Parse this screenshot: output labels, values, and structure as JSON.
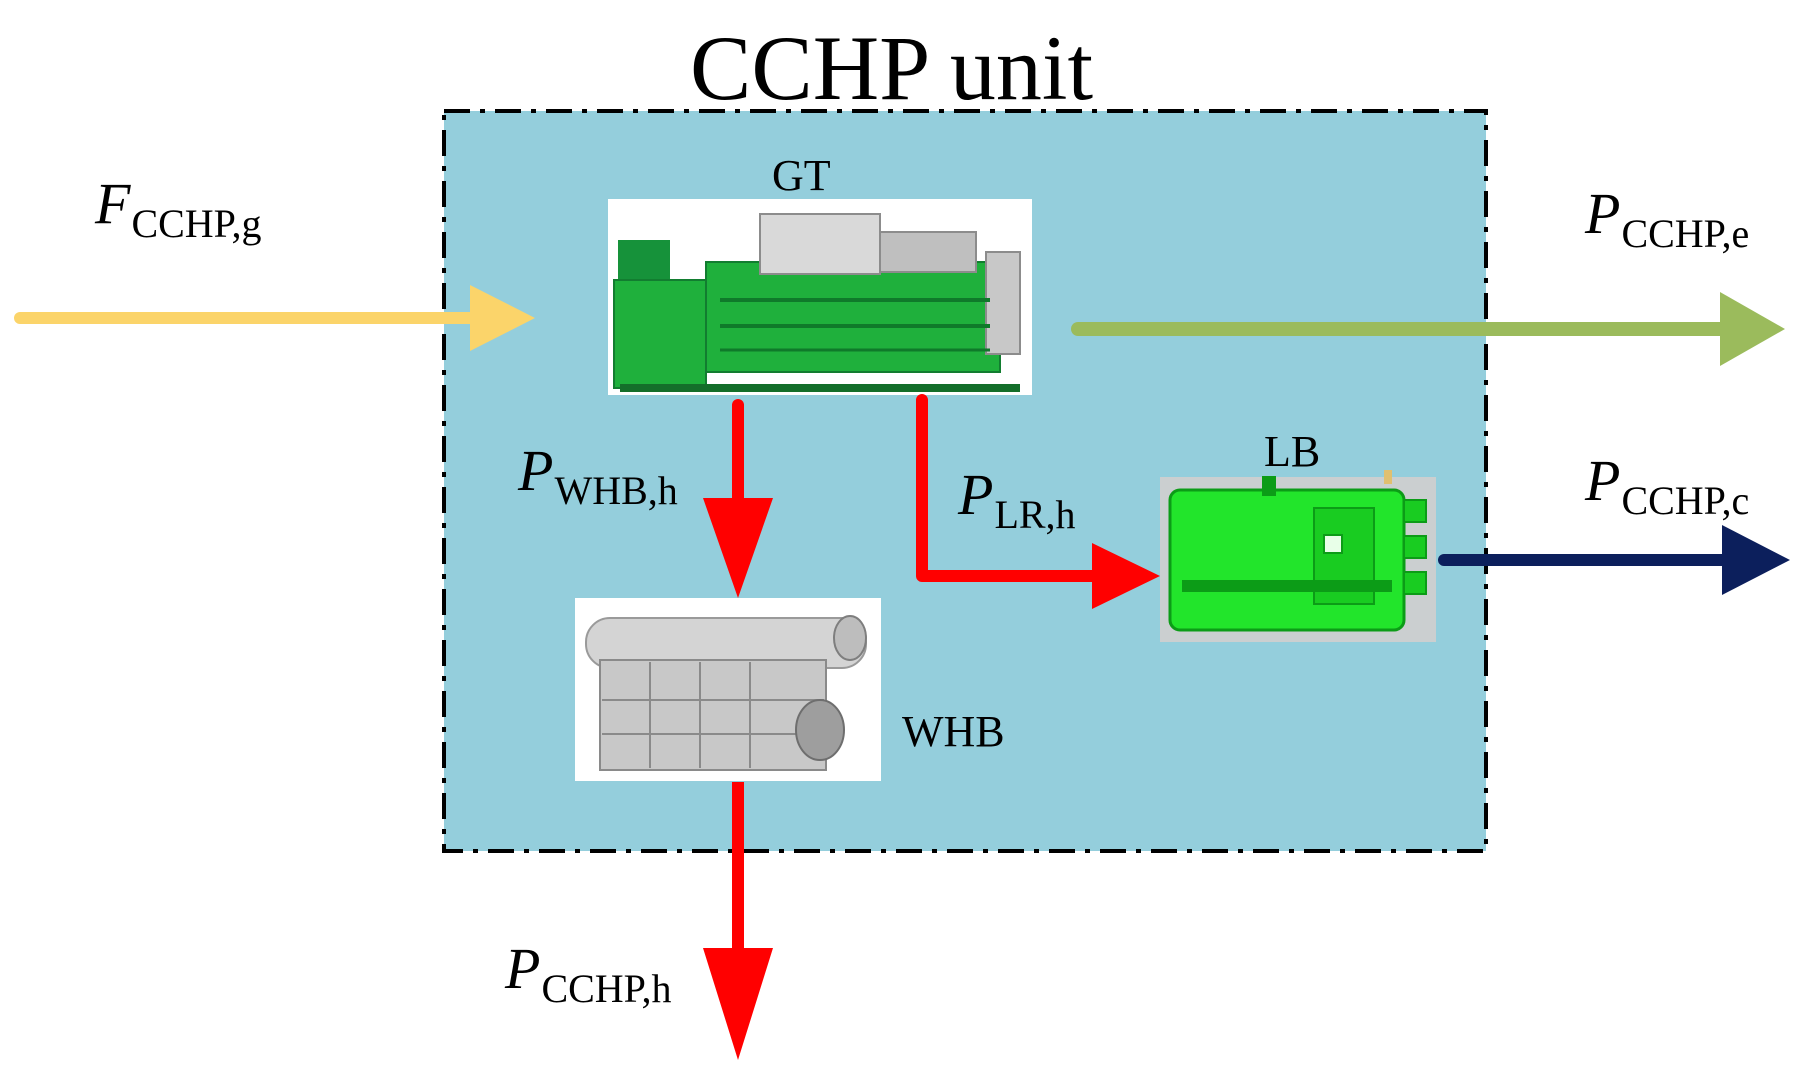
{
  "title": "CCHP unit",
  "components": {
    "gt": "GT",
    "lb": "LB",
    "whb": "WHB"
  },
  "flows": {
    "gas_in": {
      "main": "F",
      "sub": "CCHP,g"
    },
    "elec_out": {
      "main": "P",
      "sub": "CCHP,e"
    },
    "cool_out": {
      "main": "P",
      "sub": "CCHP,c"
    },
    "whb_heat": {
      "main": "P",
      "sub": "WHB,h"
    },
    "lr_heat": {
      "main": "P",
      "sub": "LR,h"
    },
    "heat_out": {
      "main": "P",
      "sub": "CCHP,h"
    }
  },
  "colors": {
    "box_fill": "#94cedc",
    "gas": "#fbd46a",
    "electric": "#9bbb5c",
    "heat": "#ff0000",
    "cooling": "#0c1f5c",
    "machine_green": "#1fb03c",
    "lb_green": "#22e52b",
    "boiler_grey": "#c8c8c8"
  }
}
